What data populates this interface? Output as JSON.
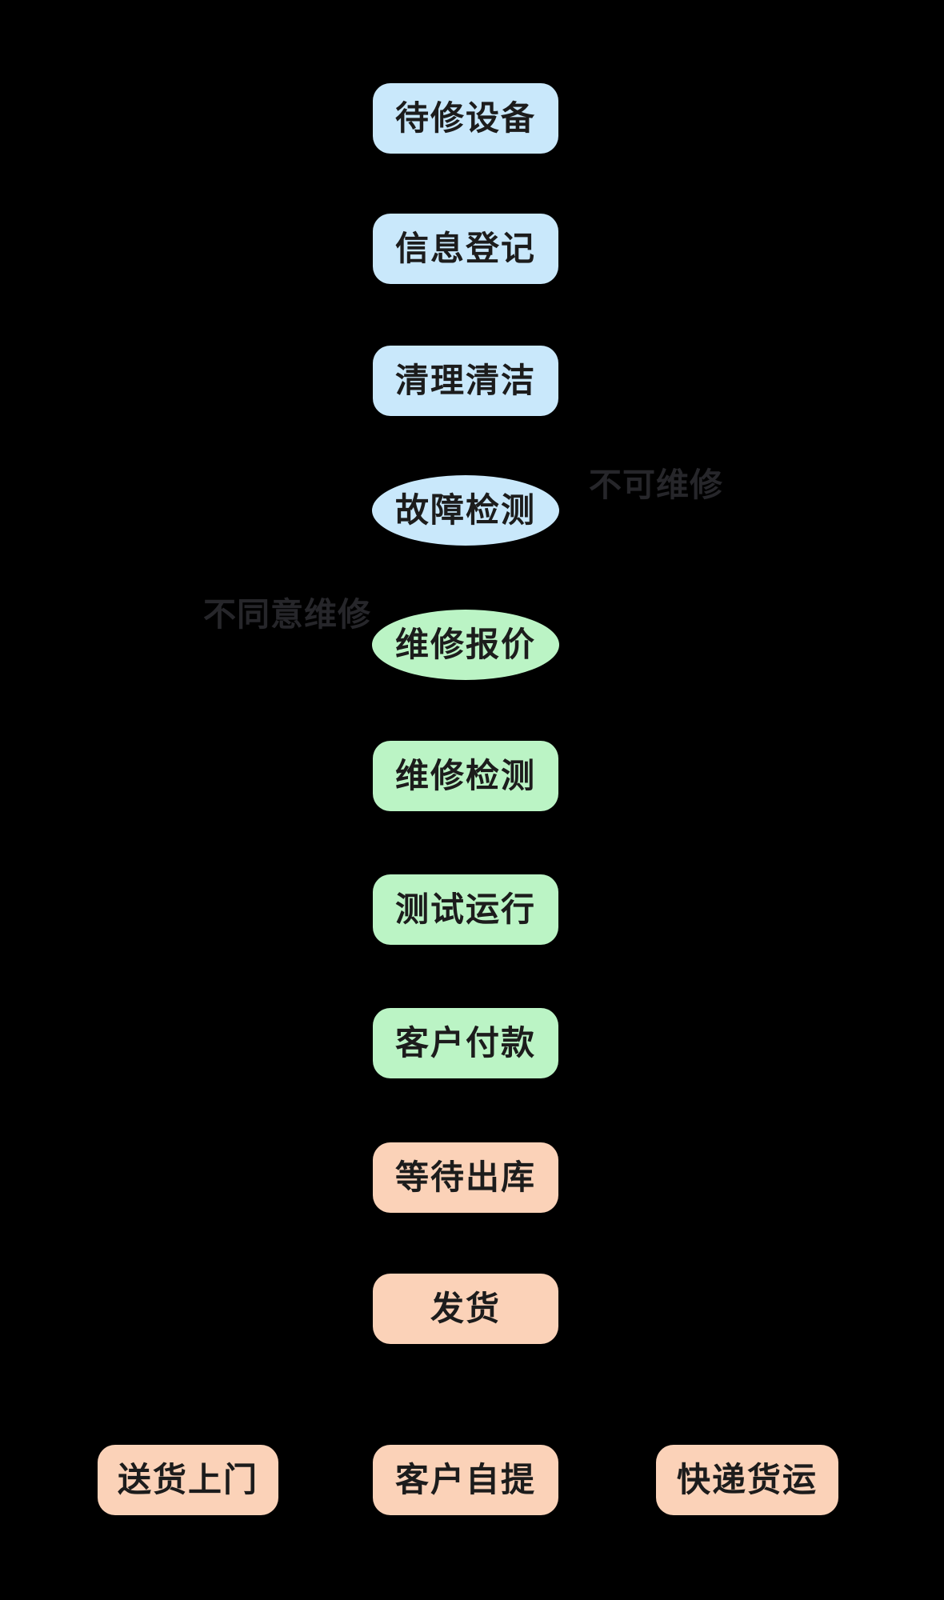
{
  "diagram": {
    "background_color": "#000000",
    "colors": {
      "intake_fill": "#c9e8fb",
      "repair_fill": "#bbf4c5",
      "shipping_fill": "#fbd2b8",
      "node_text": "#1c1c1c",
      "annotation_text": "#26262a"
    },
    "nodes": [
      {
        "label": "待修设备",
        "shape": "rounded-rect",
        "stage": "intake"
      },
      {
        "label": "信息登记",
        "shape": "rounded-rect",
        "stage": "intake"
      },
      {
        "label": "清理清洁",
        "shape": "rounded-rect",
        "stage": "intake"
      },
      {
        "label": "故障检测",
        "shape": "ellipse",
        "stage": "intake"
      },
      {
        "label": "维修报价",
        "shape": "ellipse",
        "stage": "repair"
      },
      {
        "label": "维修检测",
        "shape": "rounded-rect",
        "stage": "repair"
      },
      {
        "label": "测试运行",
        "shape": "rounded-rect",
        "stage": "repair"
      },
      {
        "label": "客户付款",
        "shape": "rounded-rect",
        "stage": "repair"
      },
      {
        "label": "等待出库",
        "shape": "rounded-rect",
        "stage": "shipping"
      },
      {
        "label": "发货",
        "shape": "rounded-rect",
        "stage": "shipping"
      }
    ],
    "delivery_options": [
      {
        "label": "送货上门",
        "shape": "rounded-rect",
        "stage": "shipping"
      },
      {
        "label": "客户自提",
        "shape": "rounded-rect",
        "stage": "shipping"
      },
      {
        "label": "快递货运",
        "shape": "rounded-rect",
        "stage": "shipping"
      }
    ],
    "annotations": [
      {
        "label": "不可维修"
      },
      {
        "label": "不同意维修"
      }
    ]
  }
}
